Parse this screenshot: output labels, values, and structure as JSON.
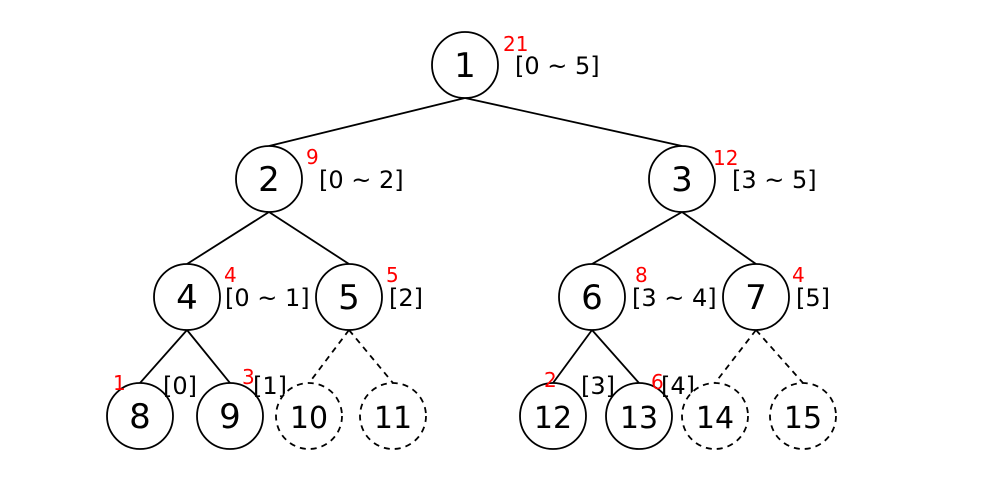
{
  "colors": {
    "sum": "#ff0000",
    "stroke": "#000000",
    "background": "#ffffff"
  },
  "edge_style": {
    "solid": "solid",
    "dashed": "dashed"
  },
  "nodes": [
    {
      "id": "1",
      "label": "1",
      "sum": "21",
      "range": "[0 ~ 5]",
      "style": "solid"
    },
    {
      "id": "2",
      "label": "2",
      "sum": "9",
      "range": "[0 ~ 2]",
      "style": "solid"
    },
    {
      "id": "3",
      "label": "3",
      "sum": "12",
      "range": "[3 ~ 5]",
      "style": "solid"
    },
    {
      "id": "4",
      "label": "4",
      "sum": "4",
      "range": "[0 ~ 1]",
      "style": "solid"
    },
    {
      "id": "5",
      "label": "5",
      "sum": "5",
      "range": "[2]",
      "style": "solid"
    },
    {
      "id": "6",
      "label": "6",
      "sum": "8",
      "range": "[3 ~ 4]",
      "style": "solid"
    },
    {
      "id": "7",
      "label": "7",
      "sum": "4",
      "range": "[5]",
      "style": "solid"
    },
    {
      "id": "8",
      "label": "8",
      "sum": "1",
      "range": "[0]",
      "style": "solid"
    },
    {
      "id": "9",
      "label": "9",
      "sum": "3",
      "range": "[1]",
      "style": "solid"
    },
    {
      "id": "10",
      "label": "10",
      "sum": "",
      "range": "",
      "style": "dashed"
    },
    {
      "id": "11",
      "label": "11",
      "sum": "",
      "range": "",
      "style": "dashed"
    },
    {
      "id": "12",
      "label": "12",
      "sum": "2",
      "range": "[3]",
      "style": "solid"
    },
    {
      "id": "13",
      "label": "13",
      "sum": "6",
      "range": "[4]",
      "style": "solid"
    },
    {
      "id": "14",
      "label": "14",
      "sum": "",
      "range": "",
      "style": "dashed"
    },
    {
      "id": "15",
      "label": "15",
      "sum": "",
      "range": "",
      "style": "dashed"
    }
  ],
  "edges": [
    {
      "from": "1",
      "to": "2",
      "style": "solid"
    },
    {
      "from": "1",
      "to": "3",
      "style": "solid"
    },
    {
      "from": "2",
      "to": "4",
      "style": "solid"
    },
    {
      "from": "2",
      "to": "5",
      "style": "solid"
    },
    {
      "from": "3",
      "to": "6",
      "style": "solid"
    },
    {
      "from": "3",
      "to": "7",
      "style": "solid"
    },
    {
      "from": "4",
      "to": "8",
      "style": "solid"
    },
    {
      "from": "4",
      "to": "9",
      "style": "solid"
    },
    {
      "from": "5",
      "to": "10",
      "style": "dashed"
    },
    {
      "from": "5",
      "to": "11",
      "style": "dashed"
    },
    {
      "from": "6",
      "to": "12",
      "style": "solid"
    },
    {
      "from": "6",
      "to": "13",
      "style": "solid"
    },
    {
      "from": "7",
      "to": "14",
      "style": "dashed"
    },
    {
      "from": "7",
      "to": "15",
      "style": "dashed"
    }
  ]
}
